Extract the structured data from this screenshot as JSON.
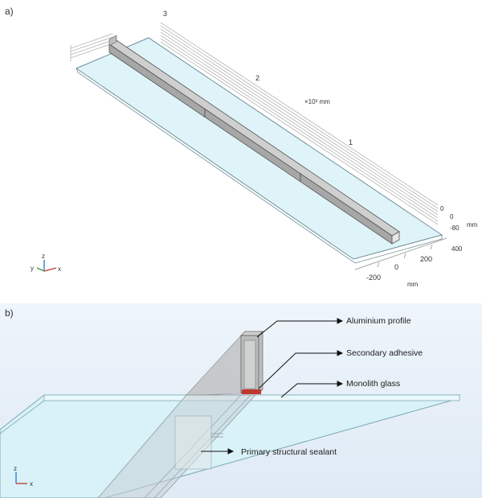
{
  "panel_a": {
    "label": "a)",
    "length_ticks": [
      "3",
      "2",
      "1"
    ],
    "length_unit": "×10³ mm",
    "height_ticks": [
      "0"
    ],
    "depth_ticks": [
      "0",
      "-80"
    ],
    "depth_far_tick": "400",
    "width_ticks": [
      "200",
      "0",
      "-200"
    ],
    "axis_unit_right": "mm",
    "axis_unit_bottom": "mm",
    "triad": {
      "x": "x",
      "y": "y",
      "z": "z"
    }
  },
  "panel_b": {
    "label": "b)",
    "callouts": {
      "aluminium": "Aluminium profile",
      "secondary": "Secondary adhesive",
      "glass": "Monolith glass",
      "primary": "Primary structural sealant"
    },
    "triad": {
      "x": "x",
      "z": "z"
    },
    "colors": {
      "adhesive": "#c0392b",
      "glass": "#d8f2f8",
      "profile": "#a9a9a9"
    }
  }
}
